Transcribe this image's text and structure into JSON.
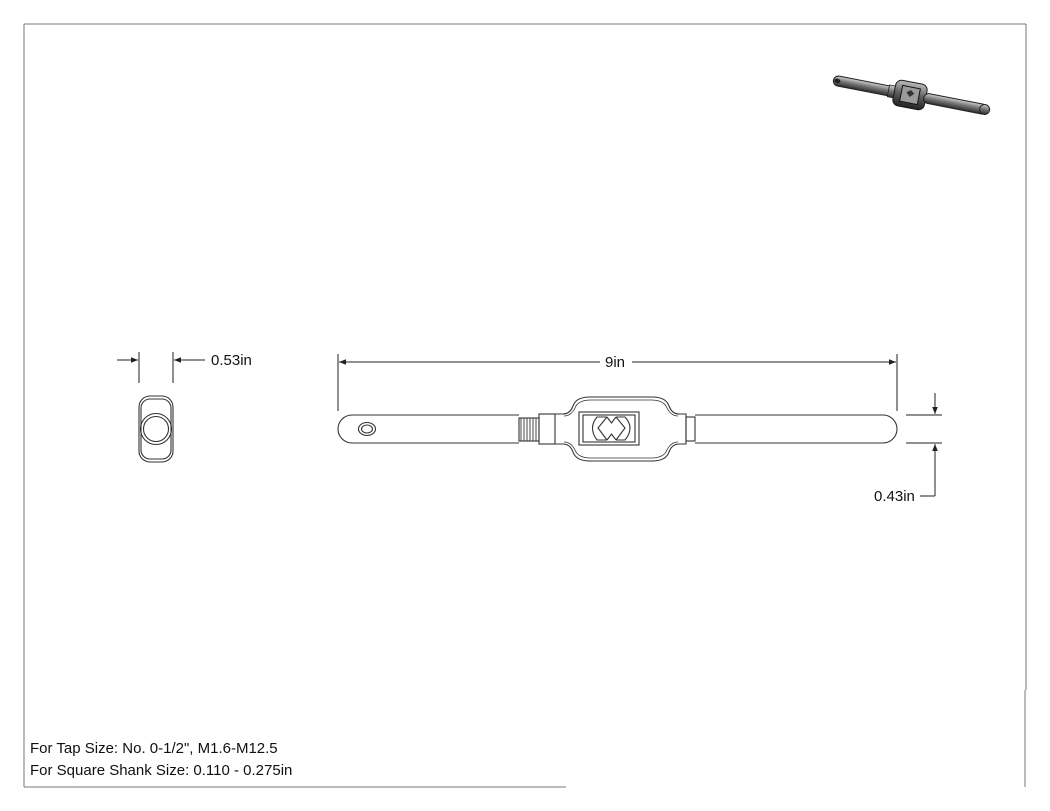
{
  "dimensions": {
    "width_side": "0.53in",
    "length": "9in",
    "thickness": "0.43in"
  },
  "notes": {
    "tap_size": "For Tap Size: No. 0-1/2\", M1.6-M12.5",
    "shank_size": "For Square Shank Size: 0.110 - 0.275in"
  },
  "colors": {
    "line": "#333333",
    "iso_dark": "#2a2a2a",
    "iso_mid": "#6a6a6a",
    "iso_light": "#b8b8b8"
  }
}
